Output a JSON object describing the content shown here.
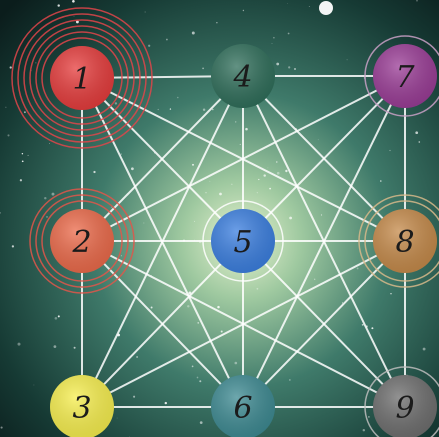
{
  "nodes": [
    {
      "id": "n1",
      "label": "1",
      "color": "#e63c3c",
      "ring": "#e0454a",
      "ring_count": 6
    },
    {
      "id": "n2",
      "label": "2",
      "color": "#ec6a4a",
      "ring": "#e0564a",
      "ring_count": 3
    },
    {
      "id": "n3",
      "label": "3",
      "color": "#f7ef4e",
      "ring": "#f4e84a",
      "ring_count": 0
    },
    {
      "id": "n4",
      "label": "4",
      "color": "#2f6e5a",
      "ring": "#2f6e5a",
      "ring_count": 0
    },
    {
      "id": "n5",
      "label": "5",
      "color": "#3b7fe0",
      "ring": "#ffffff",
      "ring_count": 1
    },
    {
      "id": "n6",
      "label": "6",
      "color": "#3d8a92",
      "ring": "#3d8a92",
      "ring_count": 0
    },
    {
      "id": "n7",
      "label": "7",
      "color": "#9a3c96",
      "ring": "#c9a0c6",
      "ring_count": 1
    },
    {
      "id": "n8",
      "label": "8",
      "color": "#c58a4a",
      "ring": "#d7b88a",
      "ring_count": 2
    },
    {
      "id": "n9",
      "label": "9",
      "color": "#6e6e6e",
      "ring": "#bdbdbd",
      "ring_count": 1
    }
  ],
  "edges": [
    [
      "n1",
      "n4"
    ],
    [
      "n4",
      "n7"
    ],
    [
      "n2",
      "n5"
    ],
    [
      "n5",
      "n8"
    ],
    [
      "n3",
      "n6"
    ],
    [
      "n6",
      "n9"
    ],
    [
      "n1",
      "n2"
    ],
    [
      "n2",
      "n3"
    ],
    [
      "n4",
      "n5"
    ],
    [
      "n5",
      "n6"
    ],
    [
      "n7",
      "n8"
    ],
    [
      "n8",
      "n9"
    ],
    [
      "n1",
      "n5"
    ],
    [
      "n5",
      "n9"
    ],
    [
      "n7",
      "n5"
    ],
    [
      "n5",
      "n3"
    ],
    [
      "n4",
      "n2"
    ],
    [
      "n4",
      "n8"
    ],
    [
      "n2",
      "n6"
    ],
    [
      "n8",
      "n6"
    ],
    [
      "n1",
      "n8"
    ],
    [
      "n1",
      "n6"
    ],
    [
      "n7",
      "n2"
    ],
    [
      "n7",
      "n6"
    ],
    [
      "n3",
      "n4"
    ],
    [
      "n3",
      "n8"
    ],
    [
      "n9",
      "n4"
    ],
    [
      "n9",
      "n2"
    ]
  ],
  "colors": {
    "background_center": "#cfe6b8",
    "background_mid": "#3f7a6a",
    "background_edge": "#0b1d1c",
    "edge_line": "#ffffff"
  }
}
